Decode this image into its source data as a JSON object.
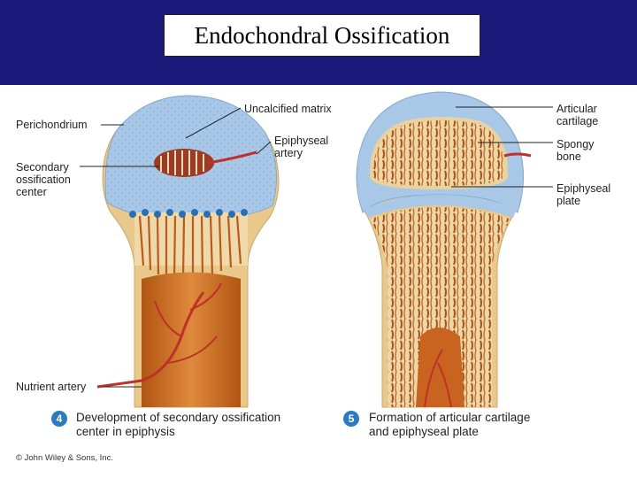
{
  "slide": {
    "title": "Endochondral Ossification"
  },
  "labels": {
    "uncalcified_matrix": "Uncalcified matrix",
    "perichondrium": "Perichondrium",
    "epiphyseal_artery": "Epiphyseal\nartery",
    "secondary_ossification_center": "Secondary\nossification\ncenter",
    "nutrient_artery": "Nutrient artery",
    "articular_cartilage": "Articular\ncartilage",
    "spongy_bone": "Spongy\nbone",
    "epiphyseal_plate": "Epiphyseal\nplate"
  },
  "steps": [
    {
      "number": "4",
      "caption": "Development of secondary ossification\ncenter in epiphysis"
    },
    {
      "number": "5",
      "caption": "Formation of articular cartilage\nand epiphyseal plate"
    }
  ],
  "copyright": "© John Wiley & Sons, Inc.",
  "colors": {
    "header": "#1a1a7a",
    "cartilage": "#a9c8e8",
    "bone": "#e7c78a",
    "marrow": "#c8641f",
    "artery": "#c0302a",
    "step_circle": "#2b7bbf"
  }
}
